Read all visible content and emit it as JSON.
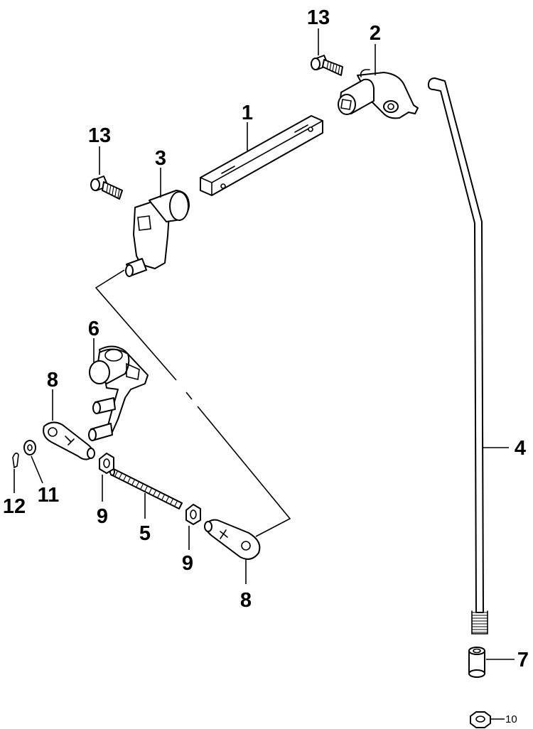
{
  "diagram": {
    "title": "Exploded parts diagram – throttle / shift linkage",
    "callouts": [
      {
        "id": "c1",
        "text": "1"
      },
      {
        "id": "c2",
        "text": "2"
      },
      {
        "id": "c3",
        "text": "3"
      },
      {
        "id": "c4",
        "text": "4"
      },
      {
        "id": "c5",
        "text": "5"
      },
      {
        "id": "c6",
        "text": "6"
      },
      {
        "id": "c7",
        "text": "7"
      },
      {
        "id": "c8a",
        "text": "8"
      },
      {
        "id": "c8b",
        "text": "8"
      },
      {
        "id": "c9a",
        "text": "9"
      },
      {
        "id": "c9b",
        "text": "9"
      },
      {
        "id": "c10",
        "text": "10"
      },
      {
        "id": "c11",
        "text": "11"
      },
      {
        "id": "c12",
        "text": "12"
      },
      {
        "id": "c13a",
        "text": "13"
      },
      {
        "id": "c13b",
        "text": "13"
      }
    ]
  }
}
